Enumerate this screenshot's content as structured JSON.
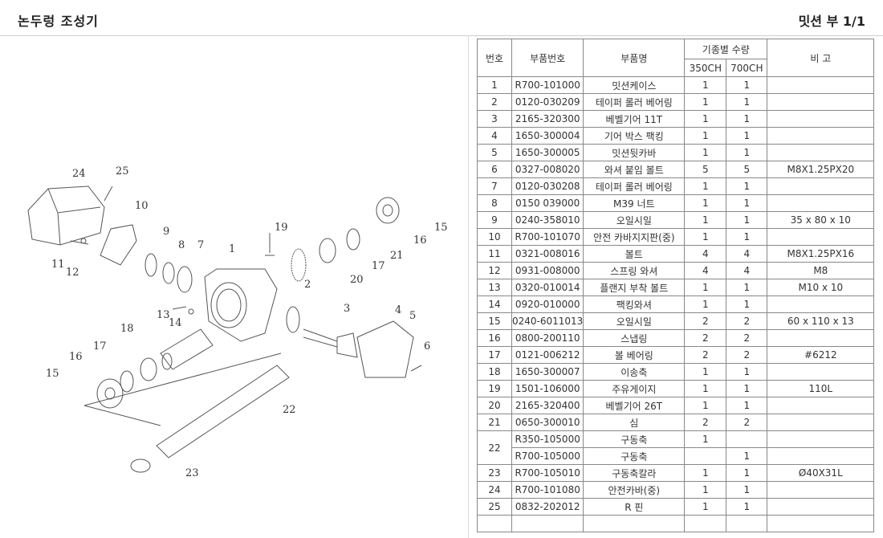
{
  "header": {
    "title": "논두렁  조성기",
    "page": "밋션 부 1/1"
  },
  "table": {
    "headers": {
      "no": "번호",
      "part_no": "부품번호",
      "name": "부품명",
      "qty_group": "기종별 수량",
      "qty_350": "350CH",
      "qty_700": "700CH",
      "remark": "비  고"
    },
    "rows": [
      {
        "no": "1",
        "part_no": "R700-101000",
        "name": "밋션케이스",
        "q350": "1",
        "q700": "1",
        "remark": ""
      },
      {
        "no": "2",
        "part_no": "0120-030209",
        "name": "테이퍼 롤러 베어링",
        "q350": "1",
        "q700": "1",
        "remark": ""
      },
      {
        "no": "3",
        "part_no": "2165-320300",
        "name": "베벨기어  11T",
        "q350": "1",
        "q700": "1",
        "remark": ""
      },
      {
        "no": "4",
        "part_no": "1650-300004",
        "name": "기어 박스 팩킹",
        "q350": "1",
        "q700": "1",
        "remark": ""
      },
      {
        "no": "5",
        "part_no": "1650-300005",
        "name": "밋션뒷카바",
        "q350": "1",
        "q700": "1",
        "remark": ""
      },
      {
        "no": "6",
        "part_no": "0327-008020",
        "name": "와셔 붙임 볼트",
        "q350": "5",
        "q700": "5",
        "remark": "M8X1.25PX20"
      },
      {
        "no": "7",
        "part_no": "0120-030208",
        "name": "테이퍼 롤러 베어링",
        "q350": "1",
        "q700": "1",
        "remark": ""
      },
      {
        "no": "8",
        "part_no": "0150 039000",
        "name": "M39 너트",
        "q350": "1",
        "q700": "1",
        "remark": ""
      },
      {
        "no": "9",
        "part_no": "0240-358010",
        "name": "오일시일",
        "q350": "1",
        "q700": "1",
        "remark": "35 x 80 x 10"
      },
      {
        "no": "10",
        "part_no": "R700-101070",
        "name": "안전 카바지지판(중)",
        "q350": "1",
        "q700": "1",
        "remark": ""
      },
      {
        "no": "11",
        "part_no": "0321-008016",
        "name": "볼트",
        "q350": "4",
        "q700": "4",
        "remark": "M8X1.25PX16"
      },
      {
        "no": "12",
        "part_no": "0931-008000",
        "name": "스프링 와셔",
        "q350": "4",
        "q700": "4",
        "remark": "M8"
      },
      {
        "no": "13",
        "part_no": "0320-010014",
        "name": "플랜지 부착 볼트",
        "q350": "1",
        "q700": "1",
        "remark": "M10 x 10"
      },
      {
        "no": "14",
        "part_no": "0920-010000",
        "name": "팩킹와셔",
        "q350": "1",
        "q700": "1",
        "remark": ""
      },
      {
        "no": "15",
        "part_no": "0240-6011013",
        "name": "오일시일",
        "q350": "2",
        "q700": "2",
        "remark": "60 x 110 x 13"
      },
      {
        "no": "16",
        "part_no": "0800-200110",
        "name": "스냅링",
        "q350": "2",
        "q700": "2",
        "remark": ""
      },
      {
        "no": "17",
        "part_no": "0121-006212",
        "name": "볼 베어링",
        "q350": "2",
        "q700": "2",
        "remark": "#6212"
      },
      {
        "no": "18",
        "part_no": "1650-300007",
        "name": "이송축",
        "q350": "1",
        "q700": "1",
        "remark": ""
      },
      {
        "no": "19",
        "part_no": "1501-106000",
        "name": "주유게이지",
        "q350": "1",
        "q700": "1",
        "remark": "110L"
      },
      {
        "no": "20",
        "part_no": "2165-320400",
        "name": "베벨기어 26T",
        "q350": "1",
        "q700": "1",
        "remark": ""
      },
      {
        "no": "21",
        "part_no": "0650-300010",
        "name": "심",
        "q350": "2",
        "q700": "2",
        "remark": ""
      },
      {
        "no": "22",
        "part_no": "R350-105000",
        "name": "구동축",
        "q350": "1",
        "q700": "",
        "remark": ""
      },
      {
        "no": "",
        "part_no": "R700-105000",
        "name": "구동축",
        "q350": "",
        "q700": "1",
        "remark": ""
      },
      {
        "no": "23",
        "part_no": "R700-105010",
        "name": "구동축칼라",
        "q350": "1",
        "q700": "1",
        "remark": "Ø40X31L"
      },
      {
        "no": "24",
        "part_no": "R700-101080",
        "name": "안전카바(중)",
        "q350": "1",
        "q700": "1",
        "remark": ""
      },
      {
        "no": "25",
        "part_no": "0832-202012",
        "name": "R 핀",
        "q350": "1",
        "q700": "1",
        "remark": ""
      }
    ]
  },
  "diagram": {
    "callouts": [
      "24",
      "25",
      "10",
      "9",
      "8",
      "7",
      "1",
      "11",
      "12",
      "19",
      "20",
      "2",
      "3",
      "13",
      "14",
      "18",
      "17",
      "16",
      "15",
      "22",
      "23",
      "4",
      "5",
      "6",
      "15",
      "16",
      "17",
      "21"
    ]
  }
}
